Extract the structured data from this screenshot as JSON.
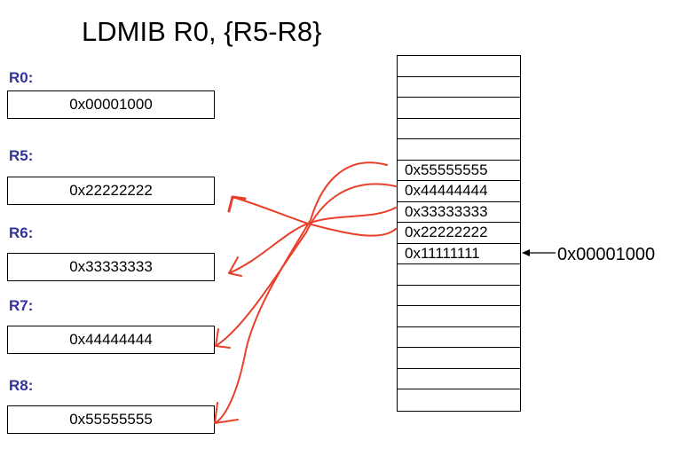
{
  "title": "LDMIB R0, {R5-R8}",
  "registers": [
    {
      "label": "R0:",
      "value": "0x00001000"
    },
    {
      "label": "R5:",
      "value": "0x22222222"
    },
    {
      "label": "R6:",
      "value": "0x33333333"
    },
    {
      "label": "R7:",
      "value": "0x44444444"
    },
    {
      "label": "R8:",
      "value": "0x55555555"
    }
  ],
  "memory": {
    "cells": [
      "",
      "",
      "",
      "",
      "",
      "0x55555555",
      "0x44444444",
      "0x33333333",
      "0x22222222",
      "0x11111111",
      "",
      "",
      "",
      "",
      "",
      "",
      ""
    ]
  },
  "base_address_label": "0x00001000",
  "colors": {
    "arrows": "#e8402a",
    "register_labels": "#333399"
  }
}
